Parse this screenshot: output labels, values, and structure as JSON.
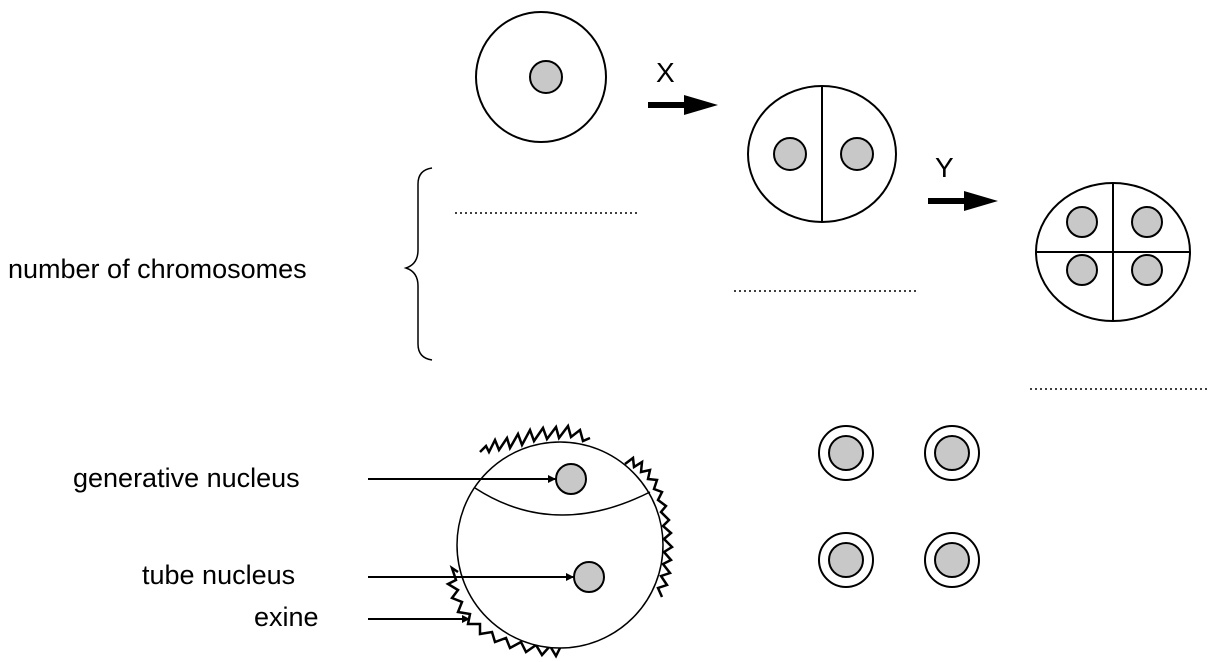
{
  "arrows": {
    "x_label": "X",
    "y_label": "Y"
  },
  "labels": {
    "chromosomes": "number of chromosomes",
    "generative_nucleus": "generative nucleus",
    "tube_nucleus": "tube nucleus",
    "exine": "exine"
  },
  "colors": {
    "nucleus_fill": "#c8c8c8",
    "stroke": "#000000"
  }
}
